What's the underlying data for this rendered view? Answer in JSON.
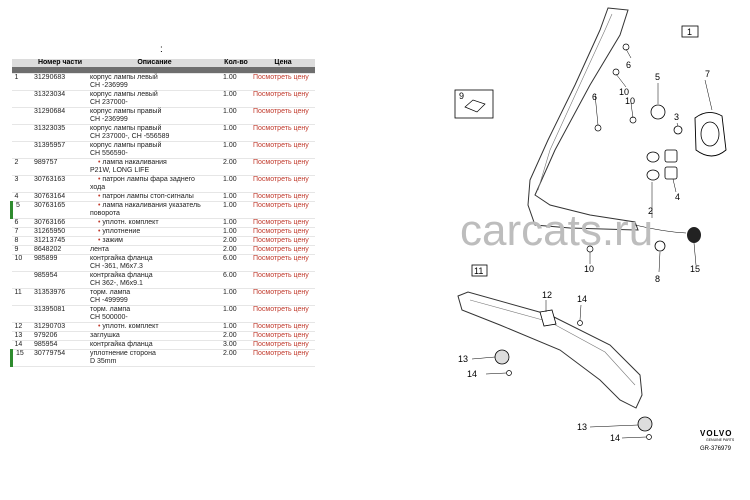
{
  "header": {
    "colon": ":"
  },
  "table": {
    "columns": [
      "Номер части",
      "Описание",
      "Кол-во",
      "Цена"
    ],
    "rows": [
      {
        "num": "1",
        "part": "31290683",
        "desc": [
          "корпус лампы левый",
          "CH -236999"
        ],
        "qty": "1.00",
        "price": "Посмотреть цену",
        "mark": false
      },
      {
        "num": "",
        "part": "31323034",
        "desc": [
          "корпус лампы левый",
          "CH 237000-"
        ],
        "qty": "1.00",
        "price": "Посмотреть цену",
        "mark": false
      },
      {
        "num": "",
        "part": "31290684",
        "desc": [
          "корпус лампы правый",
          "CH -236999"
        ],
        "qty": "1.00",
        "price": "Посмотреть цену",
        "mark": false
      },
      {
        "num": "",
        "part": "31323035",
        "desc": [
          "корпус лампы правый",
          "CH 237000-, CH -556589"
        ],
        "qty": "1.00",
        "price": "Посмотреть цену",
        "mark": false
      },
      {
        "num": "",
        "part": "31395957",
        "desc": [
          "корпус лампы правый",
          "CH 556590-"
        ],
        "qty": "1.00",
        "price": "Посмотреть цену",
        "mark": false
      },
      {
        "num": "2",
        "part": "989757",
        "desc": [
          "лампа накаливания",
          "P21W, LONG LIFE"
        ],
        "sub": true,
        "qty": "2.00",
        "price": "Посмотреть цену",
        "mark": false
      },
      {
        "num": "3",
        "part": "30763163",
        "desc": [
          "патрон лампы фара заднего",
          "хода"
        ],
        "sub": true,
        "qty": "1.00",
        "price": "Посмотреть цену",
        "mark": false
      },
      {
        "num": "4",
        "part": "30763164",
        "desc": [
          "патрон лампы стоп-сигналы"
        ],
        "sub": true,
        "qty": "1.00",
        "price": "Посмотреть цену",
        "mark": false
      },
      {
        "num": "5",
        "part": "30763165",
        "desc": [
          "лампа накаливания указатель",
          "поворота"
        ],
        "sub": true,
        "qty": "1.00",
        "price": "Посмотреть цену",
        "mark": true
      },
      {
        "num": "6",
        "part": "30763166",
        "desc": [
          "уплотн. комплект"
        ],
        "sub": true,
        "qty": "1.00",
        "price": "Посмотреть цену",
        "mark": false
      },
      {
        "num": "7",
        "part": "31265950",
        "desc": [
          "уплотнение"
        ],
        "sub": true,
        "qty": "1.00",
        "price": "Посмотреть цену",
        "mark": false
      },
      {
        "num": "8",
        "part": "31213745",
        "desc": [
          "зажим"
        ],
        "sub": true,
        "qty": "2.00",
        "price": "Посмотреть цену",
        "mark": false
      },
      {
        "num": "9",
        "part": "8648202",
        "desc": [
          "лента"
        ],
        "qty": "2.00",
        "price": "Посмотреть цену",
        "mark": false
      },
      {
        "num": "10",
        "part": "985899",
        "desc": [
          "контргайка фланца",
          "CH -361, M6x7.3"
        ],
        "qty": "6.00",
        "price": "Посмотреть цену",
        "mark": false
      },
      {
        "num": "",
        "part": "985954",
        "desc": [
          "контргайка фланца",
          "CH 362-, M6x9.1"
        ],
        "qty": "6.00",
        "price": "Посмотреть цену",
        "mark": false
      },
      {
        "num": "11",
        "part": "31353976",
        "desc": [
          "торм. лампа",
          "CH -499999"
        ],
        "qty": "1.00",
        "price": "Посмотреть цену",
        "mark": false
      },
      {
        "num": "",
        "part": "31395081",
        "desc": [
          "торм. лампа",
          "CH 500000-"
        ],
        "qty": "1.00",
        "price": "Посмотреть цену",
        "mark": false
      },
      {
        "num": "12",
        "part": "31290703",
        "desc": [
          "уплотн. комплект"
        ],
        "sub": true,
        "qty": "1.00",
        "price": "Посмотреть цену",
        "mark": false
      },
      {
        "num": "13",
        "part": "979206",
        "desc": [
          "заглушка"
        ],
        "qty": "2.00",
        "price": "Посмотреть цену",
        "mark": false
      },
      {
        "num": "14",
        "part": "985954",
        "desc": [
          "контргайка фланца"
        ],
        "qty": "3.00",
        "price": "Посмотреть цену",
        "mark": false
      },
      {
        "num": "15",
        "part": "30779754",
        "desc": [
          "уплотнение сторона",
          "D 35mm"
        ],
        "qty": "2.00",
        "price": "Посмотреть цену",
        "mark": true
      }
    ]
  },
  "diagram": {
    "watermark": "carcats.ru",
    "box_labels": {
      "box1": "1",
      "box9": "9",
      "box11": "11"
    },
    "callouts": {
      "c6a": "6",
      "c6b": "6",
      "c10a": "10",
      "c10b": "10",
      "c5": "5",
      "c7": "7",
      "c3": "3",
      "c4": "4",
      "c2": "2",
      "c8": "8",
      "c10c": "10",
      "c15": "15",
      "c12": "12",
      "c14a": "14",
      "c13a": "13",
      "c14b": "14",
      "c13b": "13",
      "c14c": "14"
    },
    "logo": {
      "brand": "VOLVO",
      "tagline": "GENUINE PARTS",
      "figure_code": "GR-376979"
    }
  }
}
